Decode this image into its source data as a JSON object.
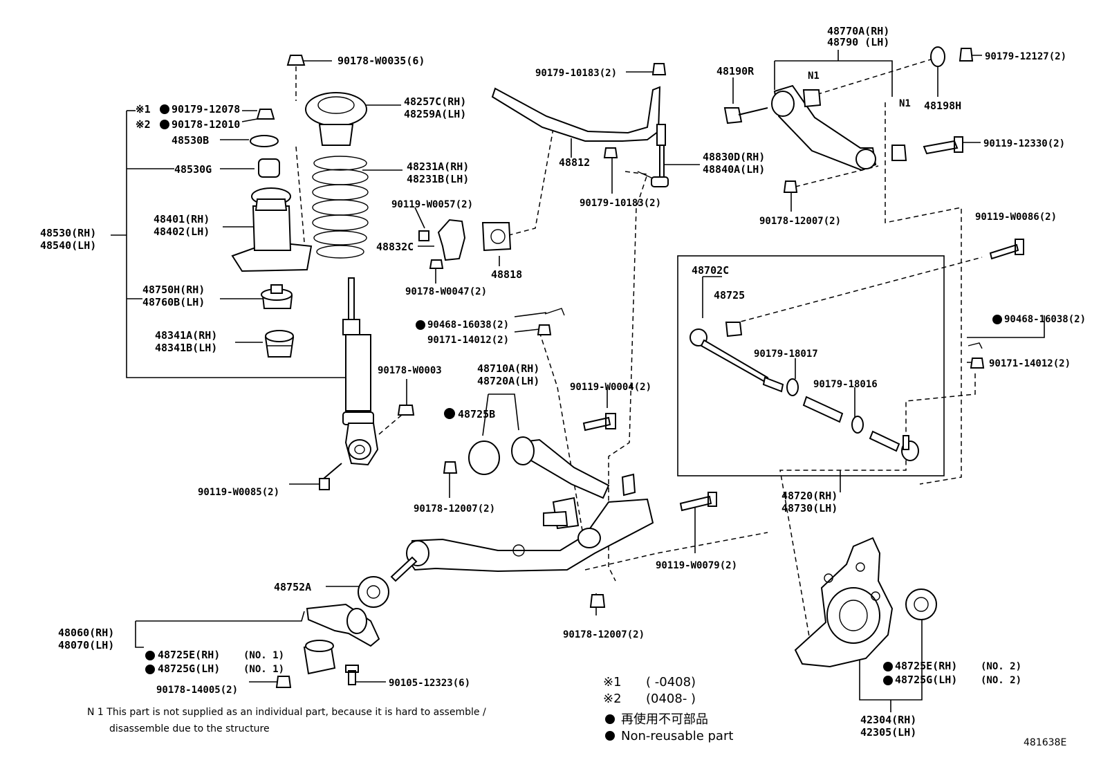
{
  "diagram_code": "481638E",
  "labels": {
    "nut_top": "90178-W0035(6)",
    "mark1_nut": "90179-12078",
    "mark1_prefix": "※1",
    "mark2_nut": "90178-12010",
    "mark2_prefix": "※2",
    "p48530B": "48530B",
    "p48530G": "48530G",
    "shock_rh": "48530(RH)",
    "shock_lh": "48540(LH)",
    "support_rh": "48401(RH)",
    "support_lh": "48402(LH)",
    "bumper_rh": "48750H(RH)",
    "bumper_lh": "48760B(LH)",
    "stopper_rh": "48341A(RH)",
    "stopper_lh": "48341B(LH)",
    "seat_rh": "48257C(RH)",
    "seat_lh": "48259A(LH)",
    "spring_rh": "48231A(RH)",
    "spring_lh": "48231B(LH)",
    "bolt_w0057": "90119-W0057(2)",
    "bracket_48832C": "48832C",
    "nut_w0047": "90178-W0047(2)",
    "bush_48818": "48818",
    "nut_10183_top": "90179-10183(2)",
    "stab_bar": "48812",
    "link_rh": "48830D(RH)",
    "link_lh": "48840A(LH)",
    "nut_10183_mid": "90179-10183(2)",
    "upper_arm_rh": "48770A(RH)",
    "upper_arm_lh": "48790  (LH)",
    "n1_left": "N1",
    "n1_right": "N1",
    "cam_48190R": "48190R",
    "nut_12127": "90179-12127(2)",
    "bush_48198H": "48198H",
    "bolt_12330": "90119-12330(2)",
    "nut_12007_upper": "90178-12007(2)",
    "bolt_w0086": "90119-W0086(2)",
    "box_48702C": "48702C",
    "box_48725": "48725",
    "box_nut_18017": "90179-18017",
    "box_nut_18016": "90179-18016",
    "toe_rh": "48720(RH)",
    "toe_lh": "48730(LH)",
    "clip_16038_left": "90468-16038(2)",
    "nut_14012_left": "90171-14012(2)",
    "clip_16038_right": "90468-16038(2)",
    "nut_14012_right": "90171-14012(2)",
    "nut_w0003": "90178-W0003",
    "lower_arm_rh": "48710A(RH)",
    "lower_arm_lh": "48720A(LH)",
    "bush_48725B": "48725B",
    "bolt_w0004": "90119-W0004(2)",
    "bolt_w0085": "90119-W0085(2)",
    "nut_12007_lower": "90178-12007(2)",
    "bolt_w0079": "90119-W0079(2)",
    "nut_12007_bottom": "90178-12007(2)",
    "washer_48752A": "48752A",
    "bracket_rh": "48060(RH)",
    "bracket_lh": "48070(LH)",
    "bushE_no1": "48725E(RH)",
    "bushE_no1_note": "(NO. 1)",
    "bushG_no1": "48725G(LH)",
    "bushG_no1_note": "(NO. 1)",
    "nut_14005": "90178-14005(2)",
    "bolt_12323": "90105-12323(6)",
    "bushE_no2": "48725E(RH)",
    "bushE_no2_note": "(NO. 2)",
    "bushG_no2": "48725G(LH)",
    "bushG_no2_note": "(NO. 2)",
    "carrier_rh": "42304(RH)",
    "carrier_lh": "42305(LH)"
  },
  "footnote": {
    "line1": "N 1 This part is not supplied as an individual part, because it is hard to assemble /",
    "line2": "disassemble due to the structure"
  },
  "legend": {
    "mark1_symbol": "※1",
    "mark1_range": "(        -0408)",
    "mark2_symbol": "※2",
    "mark2_range": "(0408-        )",
    "dot_jp": "再使用不可部品",
    "dot_en": "Non-reusable part"
  }
}
